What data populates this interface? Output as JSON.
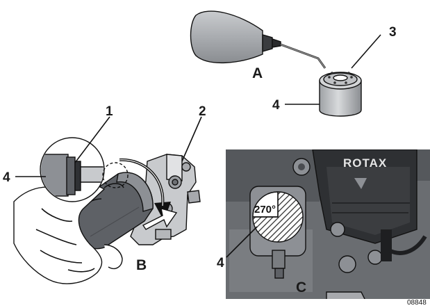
{
  "panels": {
    "a": "A",
    "b": "B",
    "c": "C"
  },
  "callouts": {
    "filter_rubber_seal": "1",
    "filter_housing": "2",
    "filter_gasket_top": "3",
    "filter_left": "4",
    "filter_top_right": "4",
    "filter_engine": "4"
  },
  "engine_brand": "ROTAX",
  "rotation_angle": "270°",
  "reference_number": "08848",
  "colors": {
    "grey_dark": "#5e6166",
    "grey_mid": "#8d9095",
    "grey_light": "#c4c6c9",
    "engine_dark": "#3b3d40",
    "outline": "#111111"
  }
}
